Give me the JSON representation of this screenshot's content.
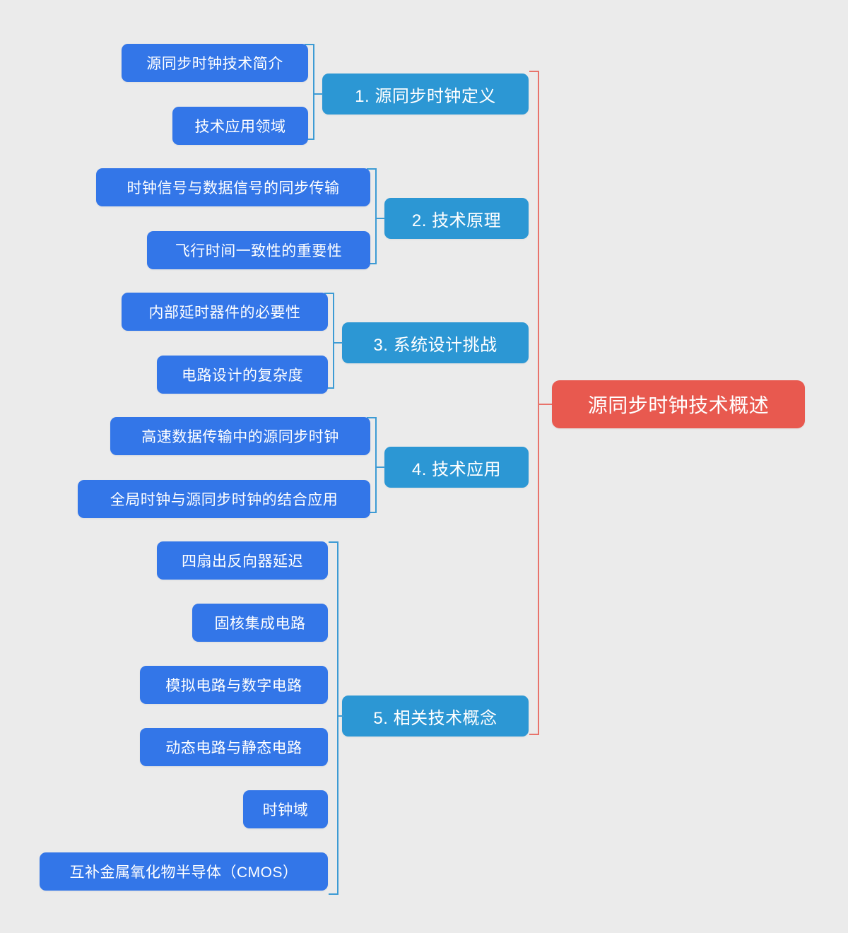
{
  "diagram": {
    "type": "mindmap",
    "background_color": "#ebebeb",
    "root": {
      "label": "源同步时钟技术概述",
      "color": "#e8594f"
    },
    "branch_color": "#2c97d4",
    "leaf_color": "#3376e8",
    "trunk_color": "#e8736b",
    "branches": [
      {
        "id": 1,
        "label": "1. 源同步时钟定义",
        "children": [
          {
            "label": "源同步时钟技术简介"
          },
          {
            "label": "技术应用领域"
          }
        ]
      },
      {
        "id": 2,
        "label": "2. 技术原理",
        "children": [
          {
            "label": "时钟信号与数据信号的同步传输"
          },
          {
            "label": "飞行时间一致性的重要性"
          }
        ]
      },
      {
        "id": 3,
        "label": "3. 系统设计挑战",
        "children": [
          {
            "label": "内部延时器件的必要性"
          },
          {
            "label": "电路设计的复杂度"
          }
        ]
      },
      {
        "id": 4,
        "label": "4. 技术应用",
        "children": [
          {
            "label": "高速数据传输中的源同步时钟"
          },
          {
            "label": "全局时钟与源同步时钟的结合应用"
          }
        ]
      },
      {
        "id": 5,
        "label": "5. 相关技术概念",
        "children": [
          {
            "label": "四扇出反向器延迟"
          },
          {
            "label": "固核集成电路"
          },
          {
            "label": "模拟电路与数字电路"
          },
          {
            "label": "动态电路与静态电路"
          },
          {
            "label": "时钟域"
          },
          {
            "label": "互补金属氧化物半导体（CMOS）"
          }
        ]
      }
    ]
  }
}
